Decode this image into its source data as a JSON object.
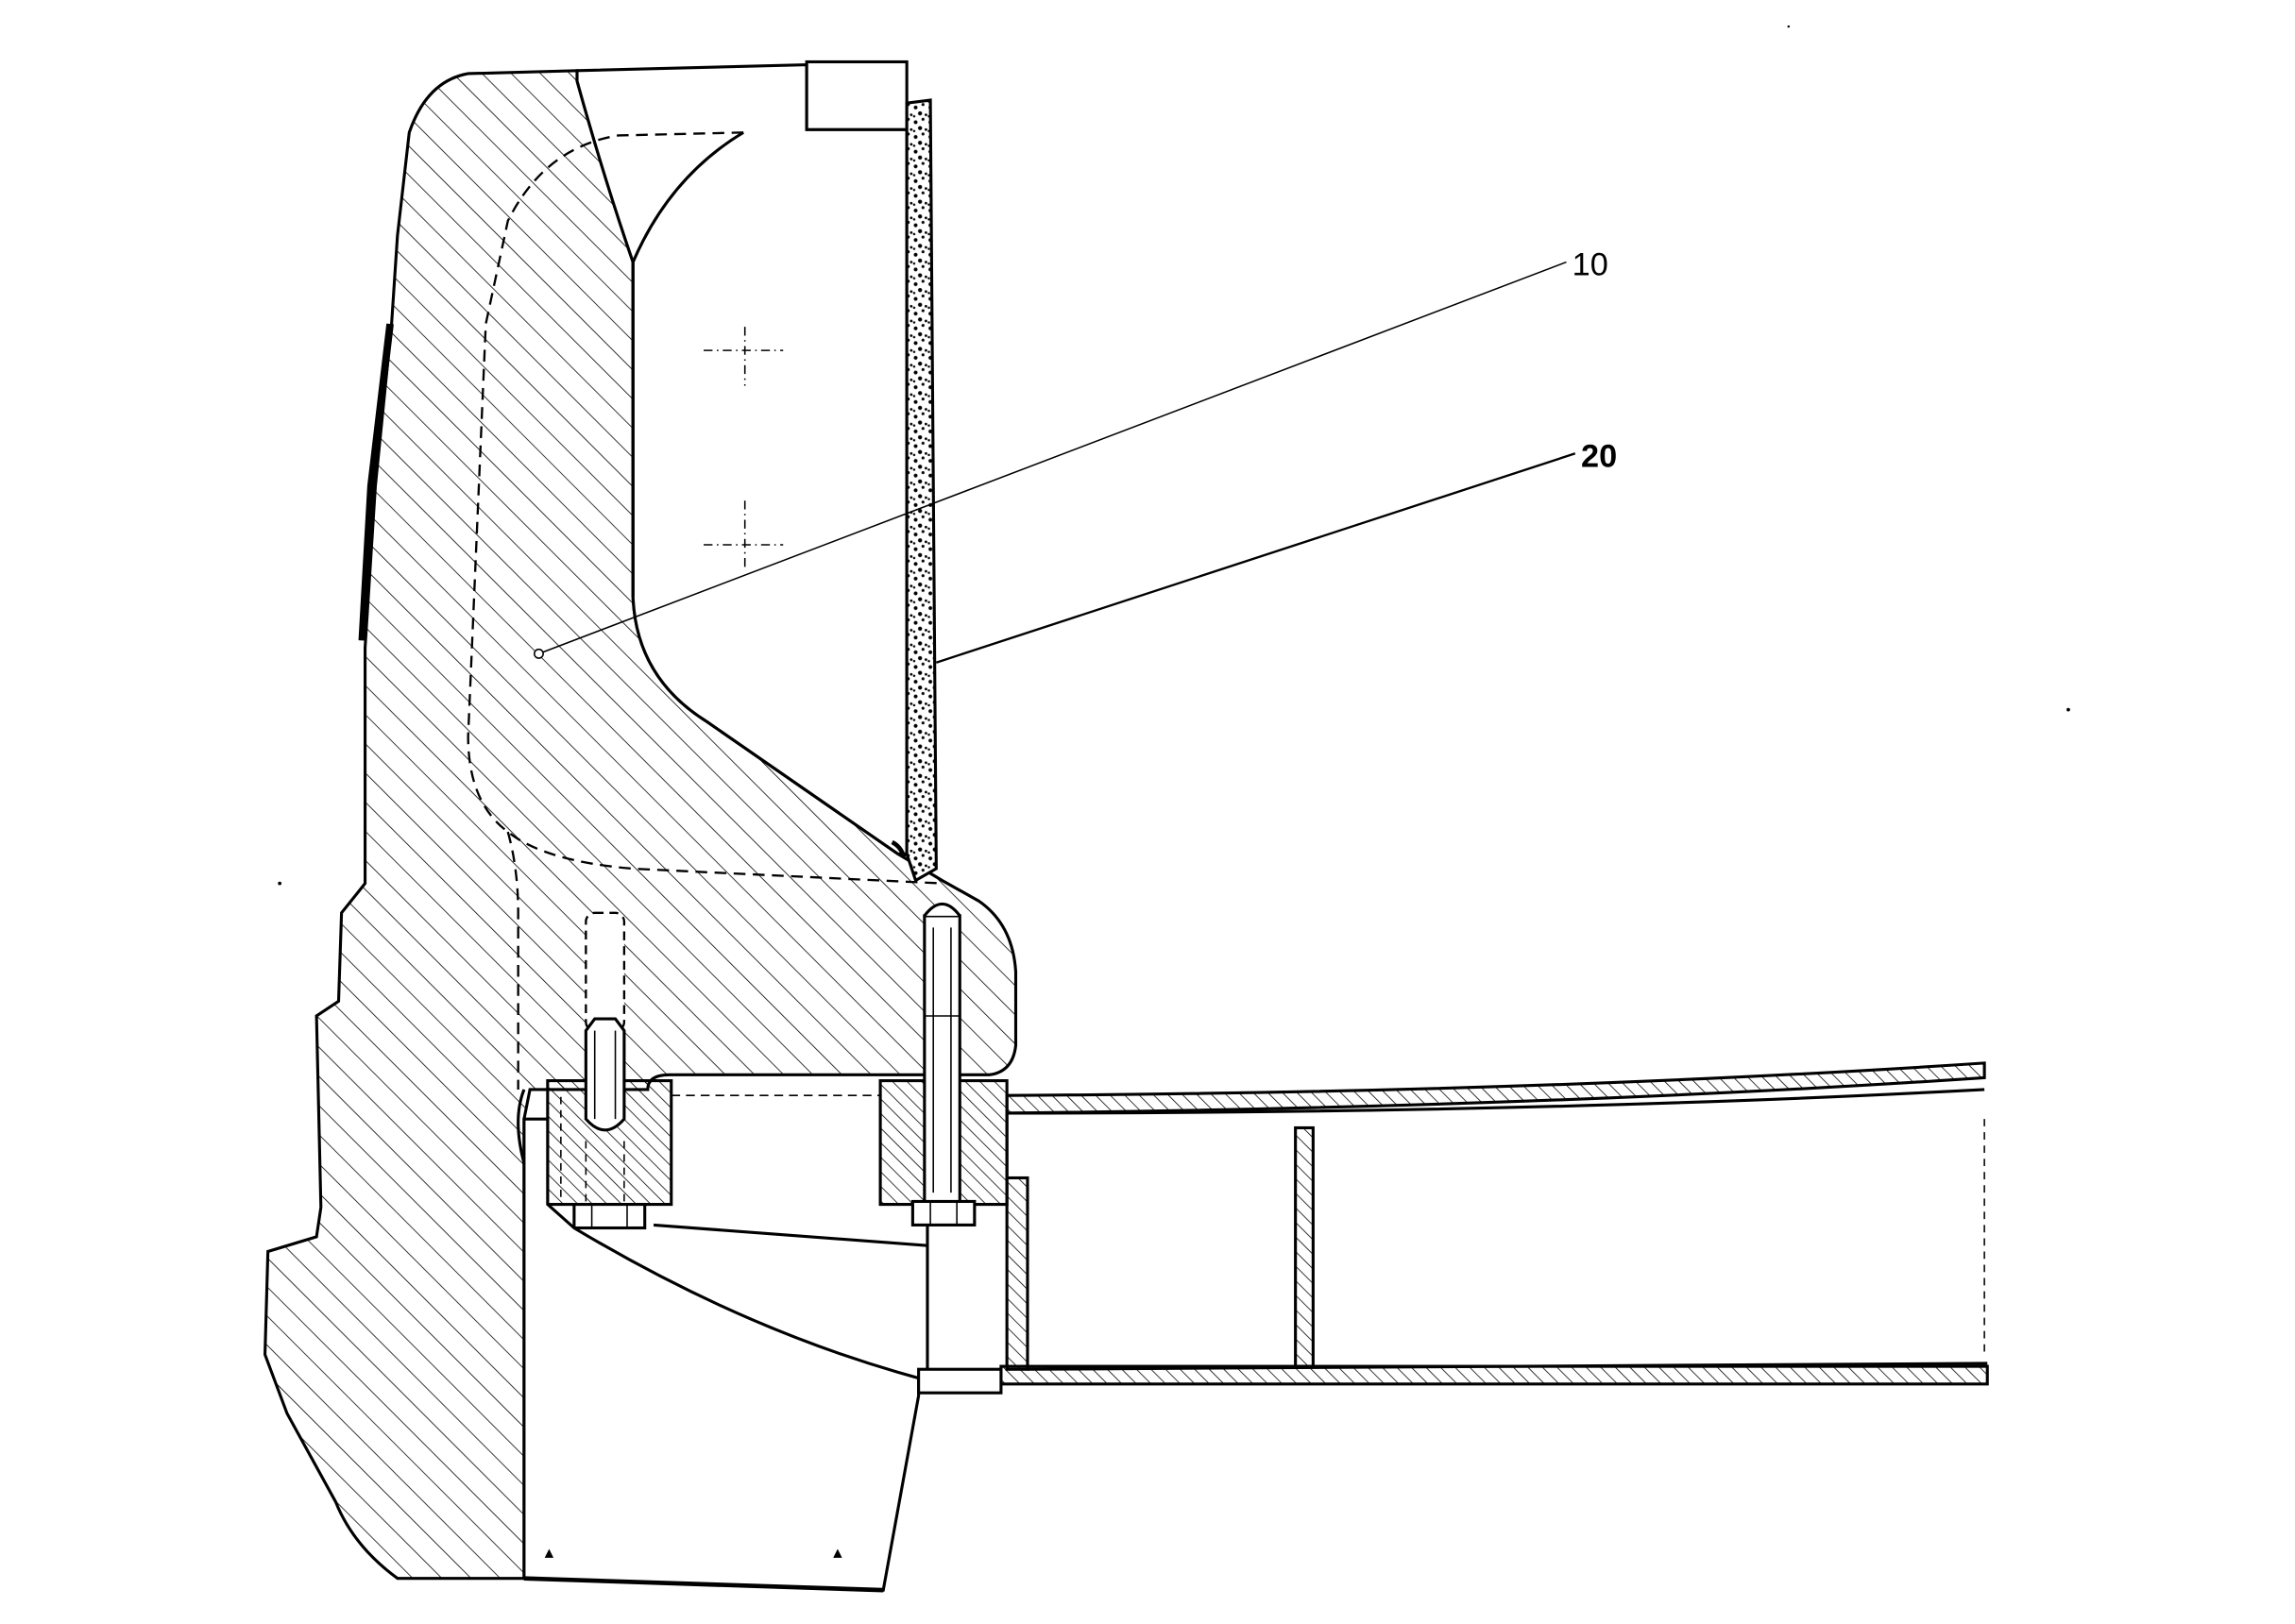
{
  "figure": {
    "reference_numerals": [
      {
        "id": "ref-10",
        "label": "10"
      },
      {
        "id": "ref-20",
        "label": "20"
      }
    ],
    "colors": {
      "line": "#000000",
      "background": "#ffffff"
    }
  }
}
